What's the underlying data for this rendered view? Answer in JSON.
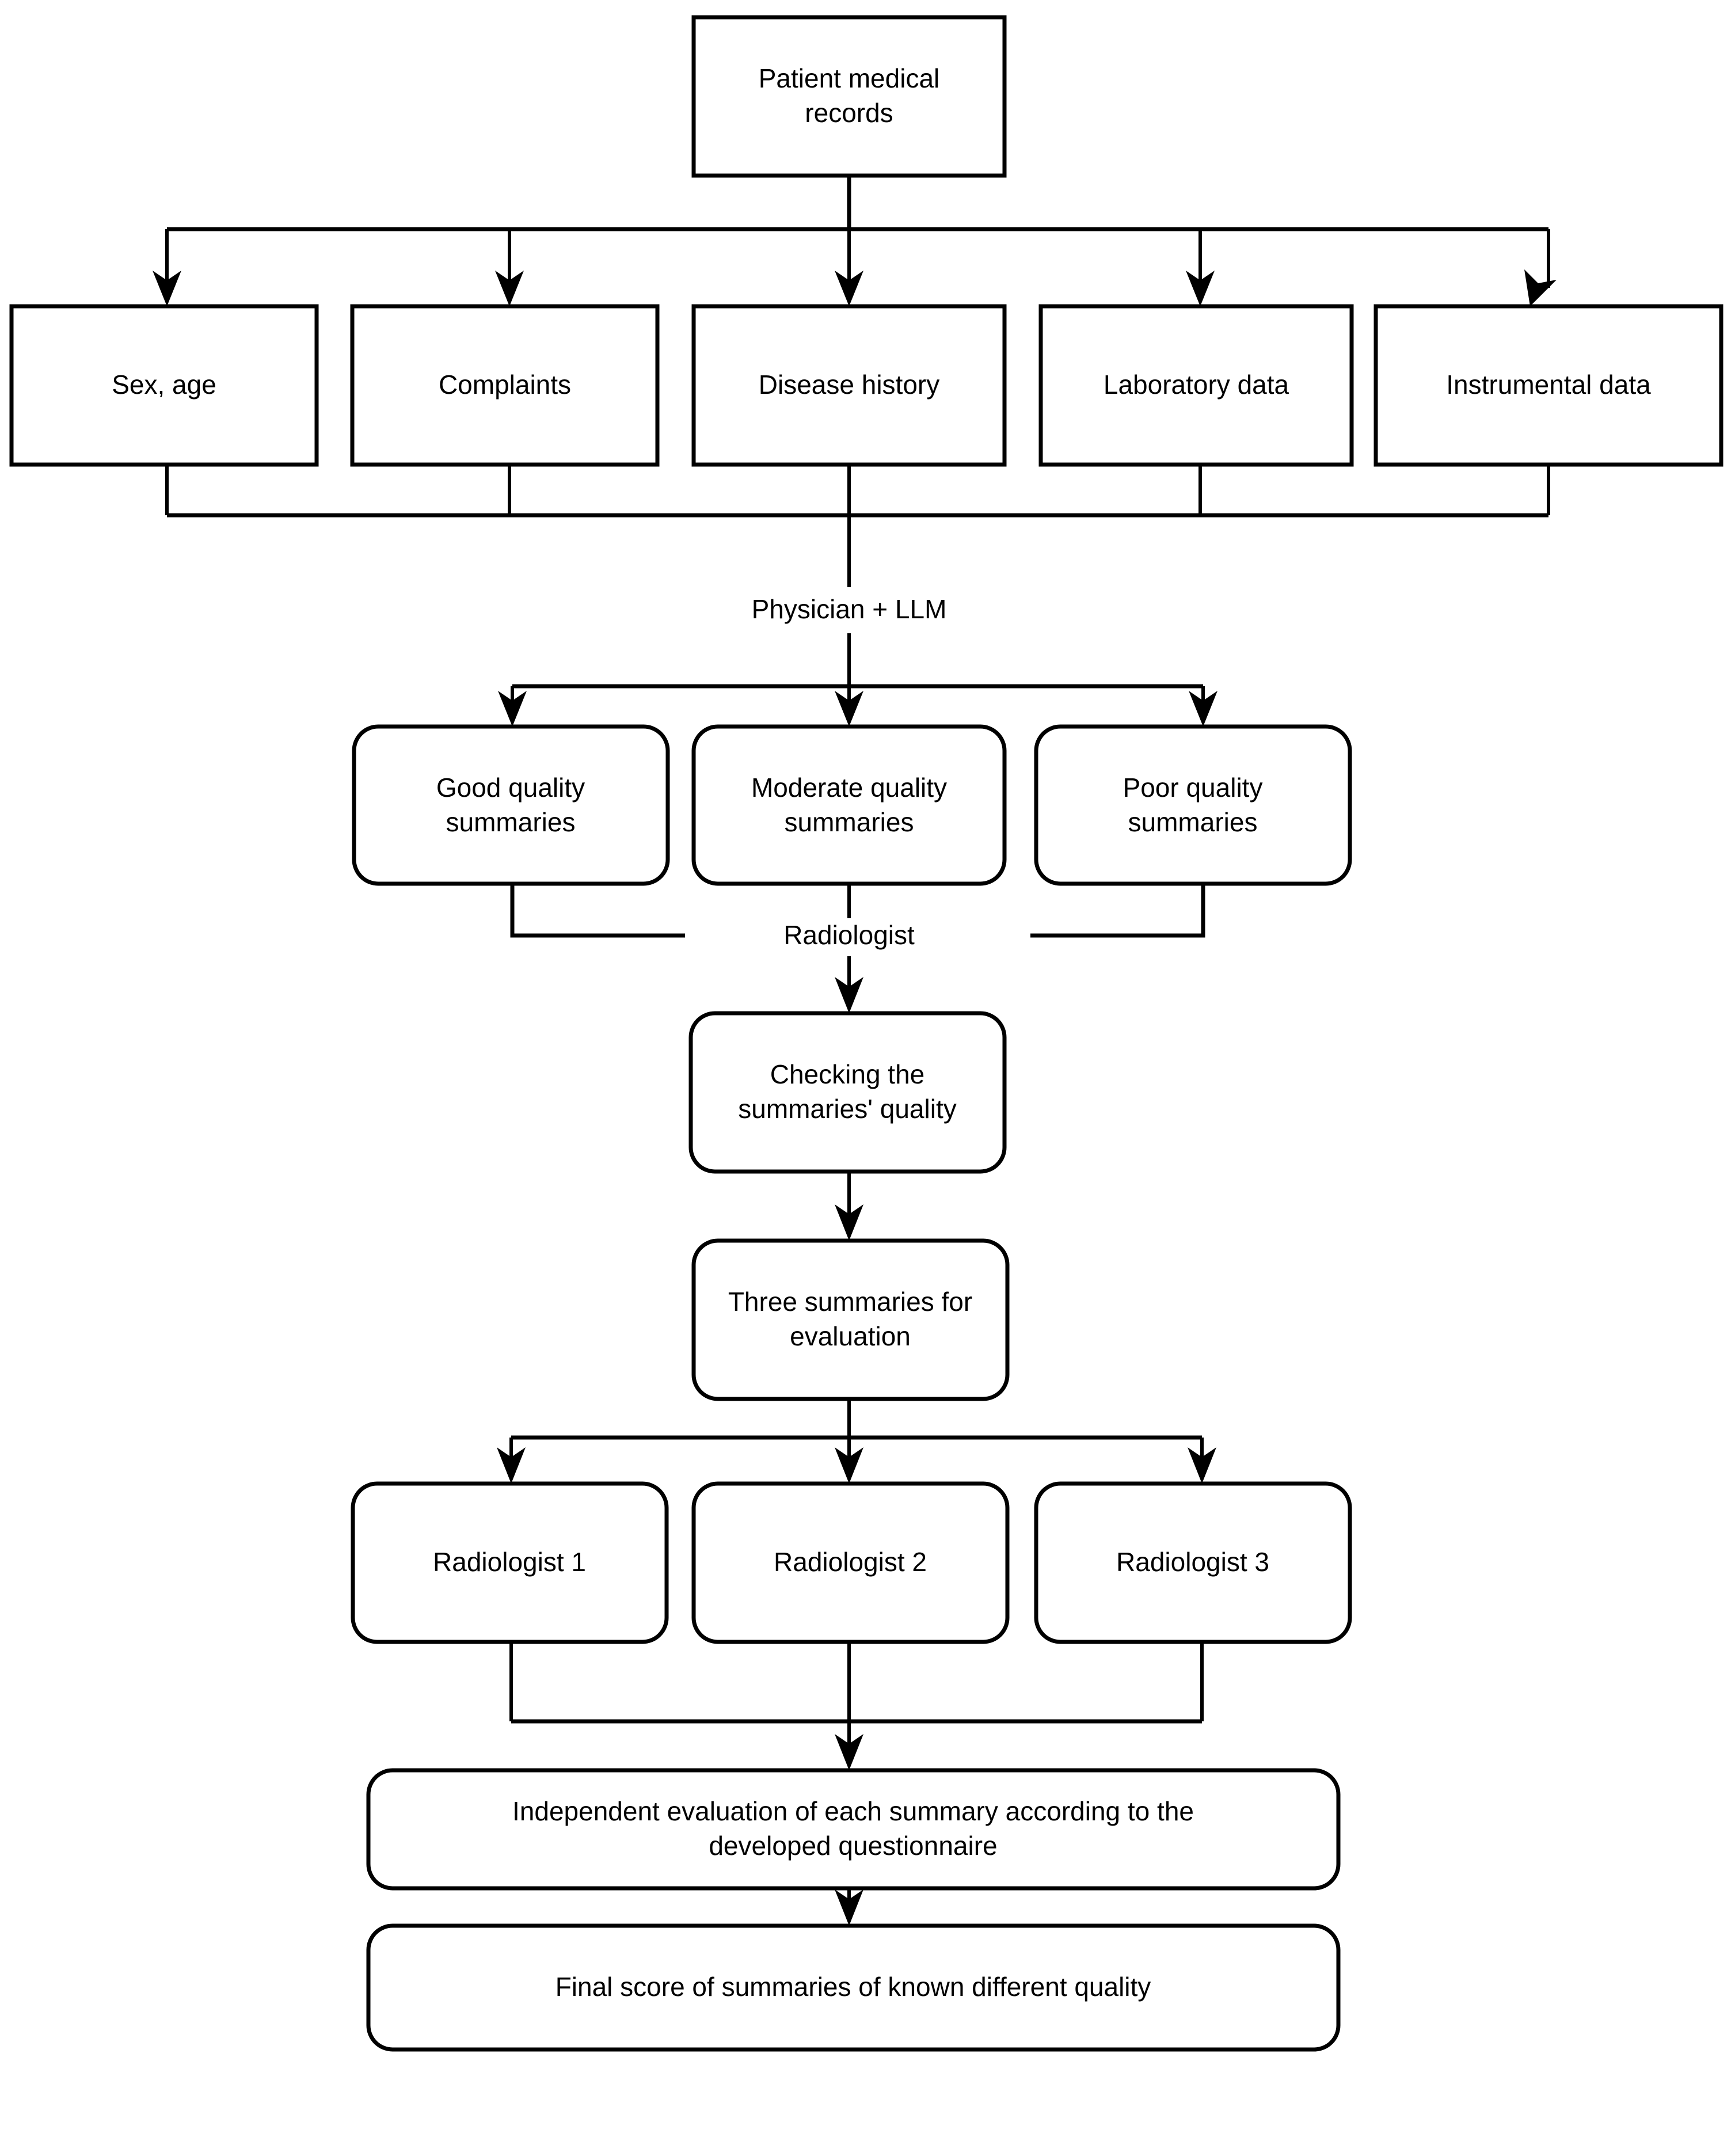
{
  "diagram": {
    "title": "Study workflow flowchart",
    "background_color": "#ffffff",
    "line_color": "#000000",
    "text_color": "#000000",
    "nodes": {
      "patient_records": "Patient medical records",
      "sex_age": "Sex, age",
      "complaints": "Complaints",
      "disease_history": "Disease history",
      "laboratory_data": "Laboratory data",
      "instrumental_data": "Instrumental data",
      "good_quality": "Good quality summaries",
      "good_quality_line1": "Good quality",
      "good_quality_line2": "summaries",
      "moderate_quality_line1": "Moderate quality",
      "moderate_quality_line2": "summaries",
      "poor_quality_line1": "Poor quality",
      "poor_quality_line2": "summaries",
      "checking_line1": "Checking the",
      "checking_line2": "summaries' quality",
      "three_summaries_line1": "Three summaries for",
      "three_summaries_line2": "evaluation",
      "radiologist_1": "Radiologist 1",
      "radiologist_2": "Radiologist 2",
      "radiologist_3": "Radiologist 3",
      "independent_eval_line1": "Independent evaluation of each summary according to the",
      "independent_eval_line2": "developed questionnaire",
      "final_score": "Final score of summaries of known different quality",
      "patient_records_line1": "Patient medical",
      "patient_records_line2": "records"
    },
    "edge_labels": {
      "physician_llm": "Physician + LLM",
      "radiologist": "Radiologist"
    }
  }
}
